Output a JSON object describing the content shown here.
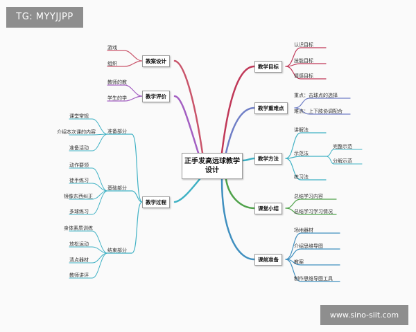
{
  "watermark_top": "TG: MYYJJPP",
  "watermark_bottom": "www.sino-siit.com",
  "colors": {
    "design": "#c9546a",
    "eval": "#a35fc2",
    "process": "#3fb1c4",
    "goal": "#c03858",
    "key": "#6f7ec6",
    "method": "#3fb1c4",
    "summary": "#4fa24a",
    "prep": "#3f8fbf"
  },
  "mindmap": {
    "center": "正手发高远球教学设计",
    "branches": {
      "design": {
        "label": "教案设计",
        "leaves": [
          "游戏",
          "组织"
        ]
      },
      "eval": {
        "label": "教学评价",
        "leaves": [
          "教师的教",
          "学生的学"
        ]
      },
      "process": {
        "label": "教学过程",
        "sub": [
          {
            "label": "准备部分",
            "leaves": [
              "课堂常规",
              "介绍本次课的内容",
              "准备活动"
            ]
          },
          {
            "label": "基础部分",
            "leaves": [
              "动作要领",
              "徒手练习",
              "镜像东西纠正",
              "多球练习"
            ]
          },
          {
            "label": "结束部分",
            "leaves": [
              "身体素质训练",
              "放松运动",
              "清点器材",
              "教师讲评"
            ]
          }
        ]
      },
      "goal": {
        "label": "教学目标",
        "leaves": [
          "认识目标",
          "技能目标",
          "情感目标"
        ]
      },
      "key": {
        "label": "教学重难点",
        "leaves": [
          "重点：击球点的选择",
          "难点：上下肢协调配合"
        ]
      },
      "method": {
        "label": "教学方法",
        "leaves": [
          "讲解法",
          "示范法",
          "练习法"
        ],
        "demo_sub": [
          "完整示范",
          "分解示范"
        ]
      },
      "summary": {
        "label": "课堂小结",
        "leaves": [
          "总结学习内容",
          "总结学习学习情况"
        ]
      },
      "prep": {
        "label": "课前准备",
        "leaves": [
          "场地器材",
          "介绍思维导图",
          "教案",
          "制作思维导图工具"
        ]
      }
    }
  }
}
